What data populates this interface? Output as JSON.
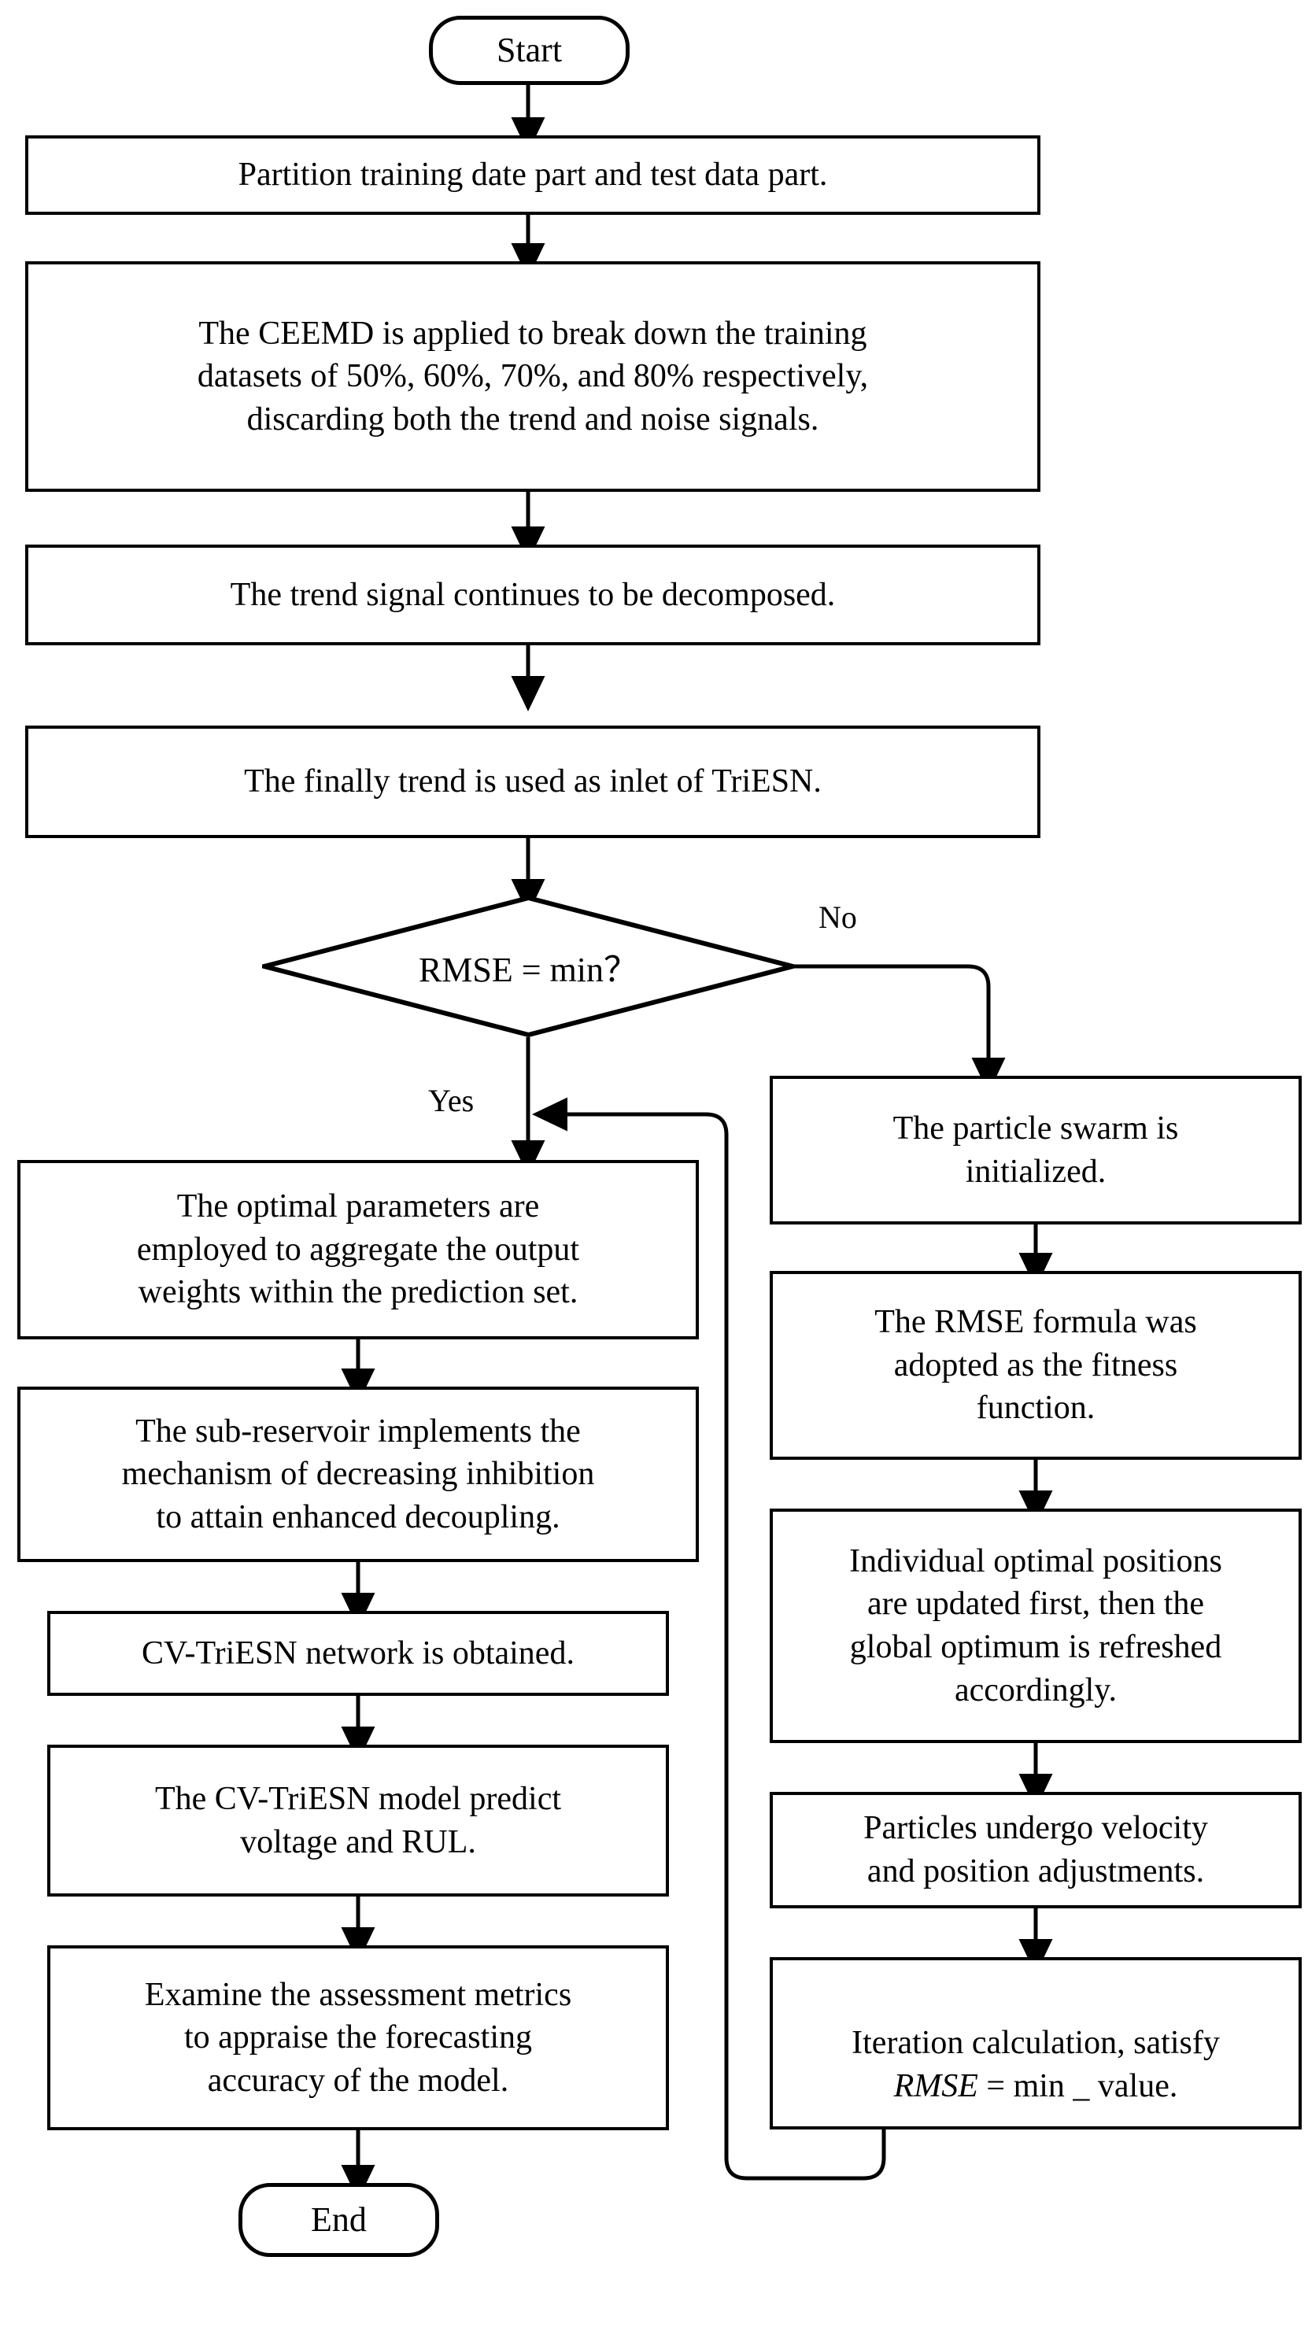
{
  "diagram": {
    "title": "CV-TriESN prediction flowchart",
    "type": "flowchart",
    "stroke_color": "#000000",
    "fill_color": "#ffffff",
    "background": "#ffffff"
  },
  "nodes": {
    "start": {
      "label": "Start",
      "shape": "terminator"
    },
    "partition": {
      "label": "Partition training date part and test data part.",
      "shape": "process"
    },
    "ceemd": {
      "label": "The CEEMD is applied to break down the training\ndatasets of 50%, 60%, 70%, and 80% respectively,\ndiscarding both the trend and noise signals.",
      "shape": "process"
    },
    "trend_decomposed": {
      "label": "The trend signal continues to be decomposed.",
      "shape": "process"
    },
    "trend_inlet": {
      "label": "The finally trend is used as inlet of TriESN.",
      "shape": "process"
    },
    "decision": {
      "label": "RMSE = min？",
      "shape": "diamond"
    },
    "optimal_params": {
      "label": "The optimal parameters are\nemployed to aggregate the  output\nweights within the prediction set.",
      "shape": "process"
    },
    "sub_reservoir": {
      "label": "The sub-reservoir implements the\nmechanism of decreasing inhibition\nto attain enhanced decoupling.",
      "shape": "process"
    },
    "network_obtained": {
      "label": "CV-TriESN network is obtained.",
      "shape": "process"
    },
    "model_predict": {
      "label": "The CV-TriESN model  predict\nvoltage and RUL.",
      "shape": "process"
    },
    "examine_metrics": {
      "label": "Examine the assessment metrics\nto appraise the forecasting\naccuracy of the model.",
      "shape": "process"
    },
    "end": {
      "label": "End",
      "shape": "terminator"
    },
    "swarm_init": {
      "label": "The particle swarm is\ninitialized.",
      "shape": "process"
    },
    "fitness_function": {
      "label": "The RMSE formula was\nadopted as the fitness\nfunction.",
      "shape": "process"
    },
    "update_positions": {
      "label": "Individual optimal positions\nare updated first, then the\nglobal optimum is refreshed\naccordingly.",
      "shape": "process"
    },
    "velocity_position": {
      "label": "Particles undergo velocity\nand position adjustments.",
      "shape": "process"
    },
    "iteration": {
      "label_prefix": "Iteration calculation,  satisfy\n",
      "label_italic": "RMSE",
      "label_suffix": " = min _ value.",
      "shape": "process"
    }
  },
  "edge_labels": {
    "no": "No",
    "yes": "Yes"
  }
}
